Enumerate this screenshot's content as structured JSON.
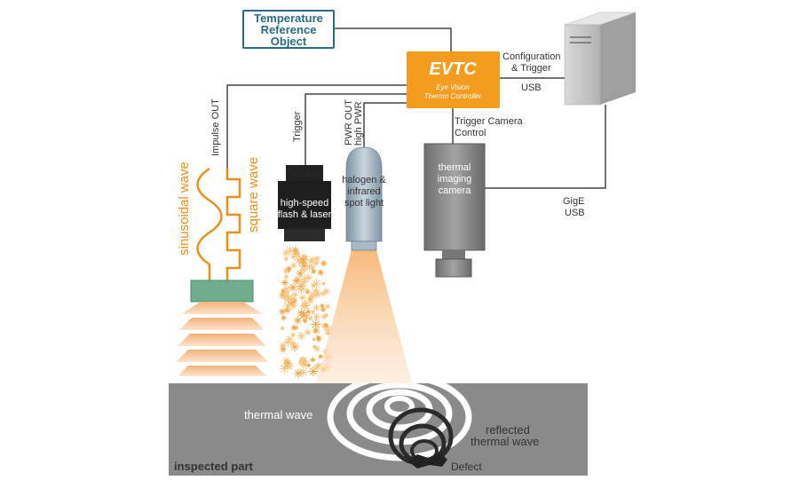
{
  "labels": {
    "temp_ref_line1": "Temperature",
    "temp_ref_line2": "Reference",
    "temp_ref_line3": "Object",
    "evtc_title": "EVTC",
    "evtc_sub1": "Eye Vision",
    "evtc_sub2": "Thermo Controller",
    "config_trigger_line1": "Configuration",
    "config_trigger_line2": "& Trigger",
    "usb": "USB",
    "impulse_out": "Impulse OUT",
    "trigger": "Trigger",
    "pwr_out": "PWR OUT",
    "high_pwr": "high PWR",
    "trigger_camera_line1": "Trigger Camera",
    "trigger_camera_line2": "Control",
    "sinusoidal_wave": "sinusoidal wave",
    "square_wave": "square wave",
    "flash_line1": "high-speed",
    "flash_line2": "flash & laser",
    "halogen_line1": "halogen &",
    "halogen_line2": "infrared",
    "halogen_line3": "spot light",
    "thermal_cam_line1": "thermal",
    "thermal_cam_line2": "imaging",
    "thermal_cam_line3": "camera",
    "gige": "GigE",
    "usb2": "USB",
    "thermal_wave": "thermal wave",
    "reflected_line1": "reflected",
    "reflected_line2": "thermal wave",
    "inspected_part": "inspected part",
    "defect": "Defect"
  },
  "colors": {
    "evtc_orange": "#f39c1e",
    "wave_orange": "#e8901c",
    "ref_border": "#2a6b80",
    "part_gray": "#8a8a8a",
    "camera_gray": "#8f8f8f",
    "pc_gray": "#c8c8c8",
    "transducer_green": "#6fae8c"
  }
}
